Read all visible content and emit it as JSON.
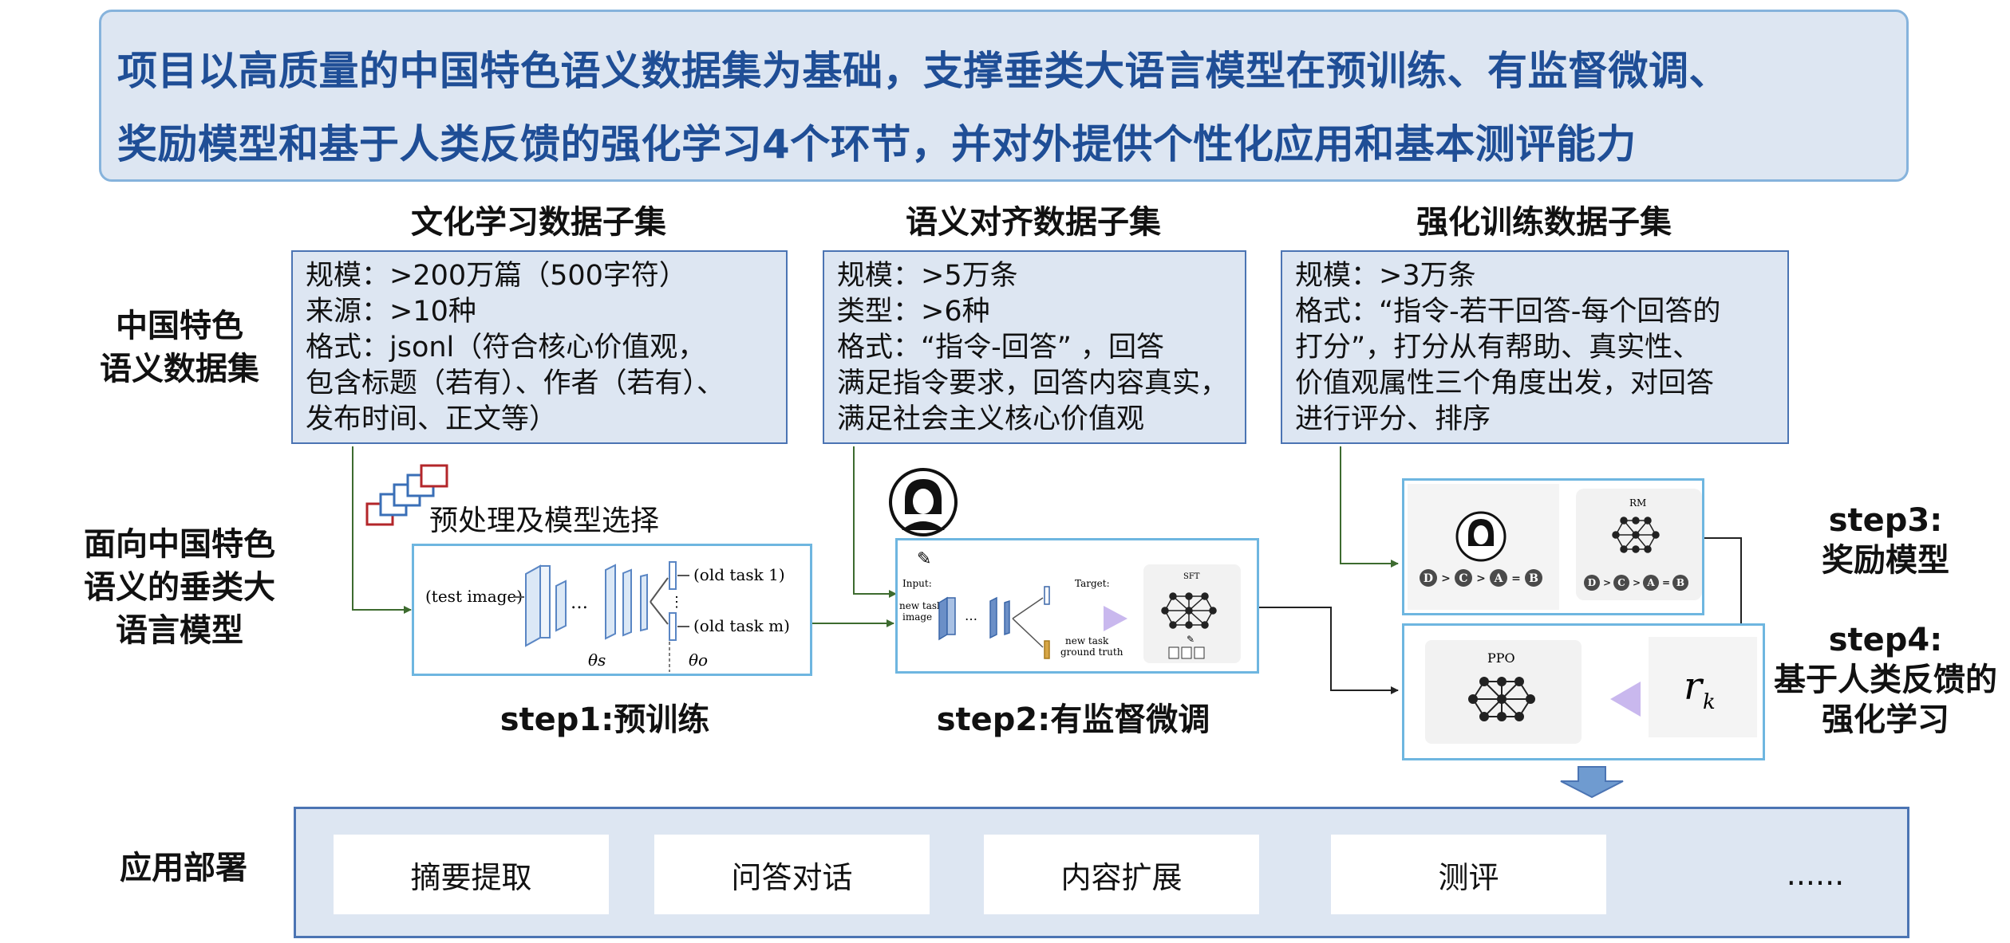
{
  "headline": {
    "line1": "项目以高质量的中国特色语义数据集为基础，支撑垂类大语言模型在预训练、有监督微调、",
    "line2": "奖励模型和基于人类反馈的强化学习4个环节，并对外提供个性化应用和基本测评能力"
  },
  "row_labels": {
    "dataset": [
      "中国特色",
      "语义数据集"
    ],
    "model": [
      "面向中国特色",
      "语义的垂类大",
      "语言模型"
    ],
    "deploy": "应用部署"
  },
  "subsets": [
    {
      "title": "文化学习数据子集",
      "lines": [
        "规模：>200万篇（500字符）",
        "来源：>10种",
        "格式：jsonl（符合核心价值观，",
        "包含标题（若有）、作者（若有）、",
        "发布时间、正文等）"
      ]
    },
    {
      "title": "语义对齐数据子集",
      "lines": [
        "规模：>5万条",
        "类型：>6种",
        "格式：“指令-回答”  ，回答",
        "满足指令要求，回答内容真实，",
        "满足社会主义核心价值观"
      ]
    },
    {
      "title": "强化训练数据子集",
      "lines": [
        "规模：>3万条",
        "格式：“指令-若干回答-每个回答的",
        "打分”，打分从有帮助、真实性、",
        "价值观属性三个角度出发，对回答",
        "进行评分、排序"
      ]
    }
  ],
  "preprocess_label": "预处理及模型选择",
  "pretrain_fig": {
    "test_image": "(test image)",
    "old_task_1": "(old task 1)",
    "old_task_m": "(old task m)",
    "theta_s": "θs",
    "theta_o": "θo"
  },
  "sft_fig": {
    "input": "Input:",
    "new_task": "new task",
    "image": "image",
    "target": "Target:",
    "new_task2": "new task",
    "ground_truth": "ground truth",
    "sft": "SFT"
  },
  "rm_fig": {
    "rm": "RM",
    "rank_d": "D",
    "rank_c": "C",
    "rank_a": "A",
    "rank_b": "B",
    "gt": ">",
    "eq": "="
  },
  "ppo_fig": {
    "ppo": "PPO",
    "rk": "r",
    "rk_sub": "k"
  },
  "steps": {
    "step1": "step1:预训练",
    "step2": "step2:有监督微调",
    "step3_a": "step3:",
    "step3_b": "奖励模型",
    "step4_a": "step4:",
    "step4_b": "基于人类反馈的",
    "step4_c": "强化学习"
  },
  "apps": [
    "摘要提取",
    "问答对话",
    "内容扩展",
    "测评",
    "......"
  ],
  "colors": {
    "headline_text": "#1f4e96",
    "box_fill": "#dde6f2",
    "box_border": "#4b74b3",
    "panel_border": "#6eb6e0",
    "arrow": "#3d6b2f",
    "down_arrow": "#6f9bd0"
  }
}
